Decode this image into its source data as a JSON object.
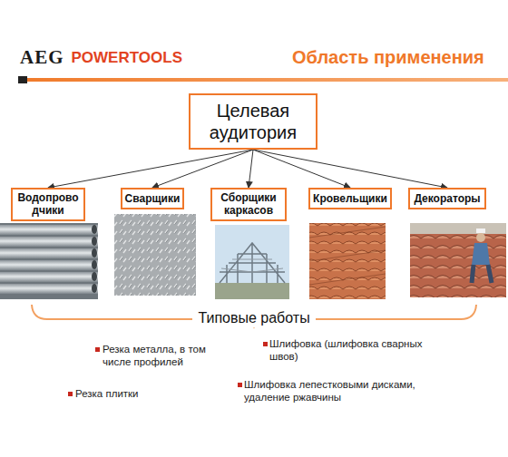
{
  "diagram": {
    "title": "Область применения",
    "nodes": [
      {
        "text": [
          "Целевая аудитория"
        ]
      },
      {
        "text": [
          "Водопроводчики"
        ]
      },
      {
        "text": [
          "Сварщики"
        ]
      },
      {
        "text": [
          "Сборщики каркасов"
        ]
      },
      {
        "text": [
          "Кровельщики"
        ]
      },
      {
        "text": [
          "Декораторы"
        ]
      }
    ],
    "edges": [
      {
        "from": 0,
        "to": 1,
        "arrow": "to"
      },
      {
        "from": 0,
        "to": 2,
        "arrow": "to"
      },
      {
        "from": 0,
        "to": 3,
        "arrow": "to"
      },
      {
        "from": 0,
        "to": 4,
        "arrow": "to"
      },
      {
        "from": 0,
        "to": 5,
        "arrow": "to"
      }
    ],
    "labels": [
      "AEG",
      "POWERTOOLS",
      "Типовые работы",
      "Резка металла, в том числе профилей",
      "Резка плитки",
      "Шлифовка (шлифовка сварных швов)",
      "Шлифовка лепестковыми дисками, удаление ржавчины"
    ]
  }
}
